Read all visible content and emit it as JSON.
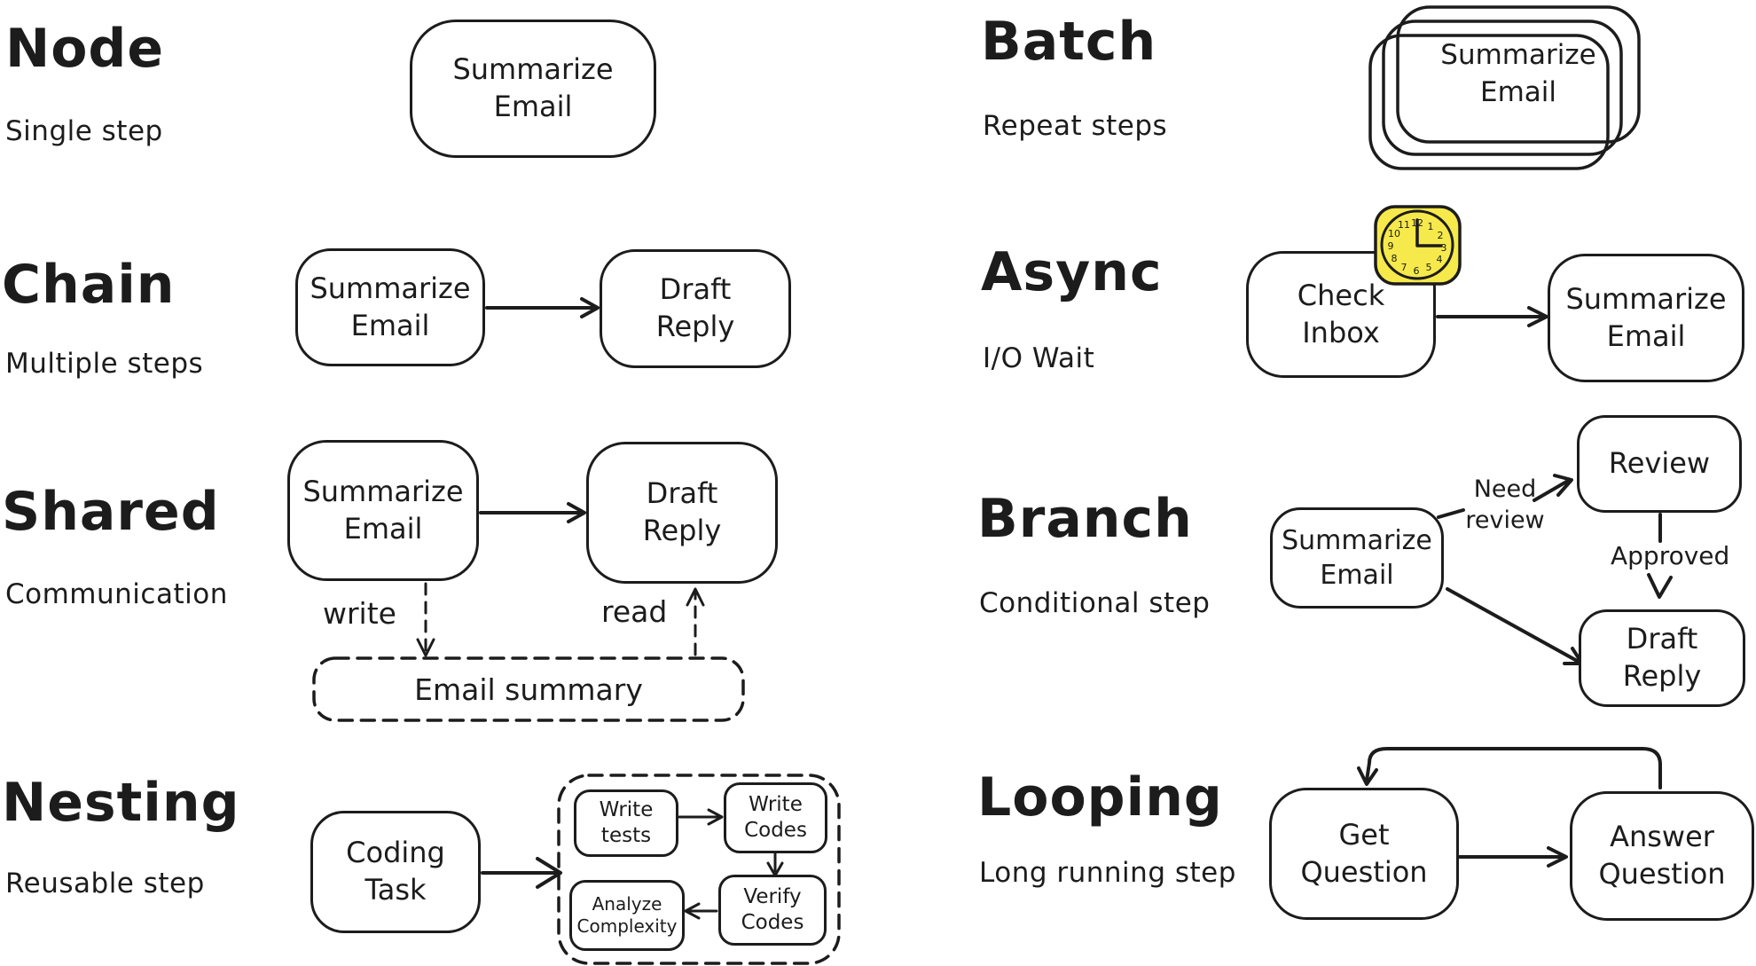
{
  "colors": {
    "ink": "#1c1c1c",
    "clock_yellow": "#f6e94b",
    "background": "#ffffff"
  },
  "sections": {
    "node": {
      "title": "Node",
      "subtitle": "Single step",
      "box": [
        "Summarize",
        "Email"
      ]
    },
    "chain": {
      "title": "Chain",
      "subtitle": "Multiple steps",
      "box1": [
        "Summarize",
        "Email"
      ],
      "box2": [
        "Draft",
        "Reply"
      ]
    },
    "shared": {
      "title": "Shared",
      "subtitle": "Communication",
      "box1": [
        "Summarize",
        "Email"
      ],
      "box2": [
        "Draft",
        "Reply"
      ],
      "write_label": "write",
      "read_label": "read",
      "store_label": "Email summary"
    },
    "nesting": {
      "title": "Nesting",
      "subtitle": "Reusable step",
      "box": [
        "Coding",
        "Task"
      ],
      "inner": {
        "write_tests": [
          "Write",
          "tests"
        ],
        "write_codes": [
          "Write",
          "Codes"
        ],
        "verify_codes": [
          "Verify",
          "Codes"
        ],
        "analyze_complexity": [
          "Analyze",
          "Complexity"
        ]
      }
    },
    "batch": {
      "title": "Batch",
      "subtitle": "Repeat steps",
      "box": [
        "Summarize",
        "Email"
      ]
    },
    "async": {
      "title": "Async",
      "subtitle": "I/O Wait",
      "box1": [
        "Check",
        "Inbox"
      ],
      "box2": [
        "Summarize",
        "Email"
      ],
      "clock_icon": "clock-showing-3-oclock",
      "clock_numbers": [
        "12",
        "1",
        "2",
        "3",
        "4",
        "5",
        "6",
        "7",
        "8",
        "9",
        "10",
        "11"
      ]
    },
    "branch": {
      "title": "Branch",
      "subtitle": "Conditional step",
      "box_main": [
        "Summarize",
        "Email"
      ],
      "box_review": "Review",
      "box_reply": [
        "Draft",
        "Reply"
      ],
      "label_need_review": [
        "Need",
        "review"
      ],
      "label_approved": "Approved"
    },
    "looping": {
      "title": "Looping",
      "subtitle": "Long running step",
      "box1": [
        "Get",
        "Question"
      ],
      "box2": [
        "Answer",
        "Question"
      ]
    }
  }
}
